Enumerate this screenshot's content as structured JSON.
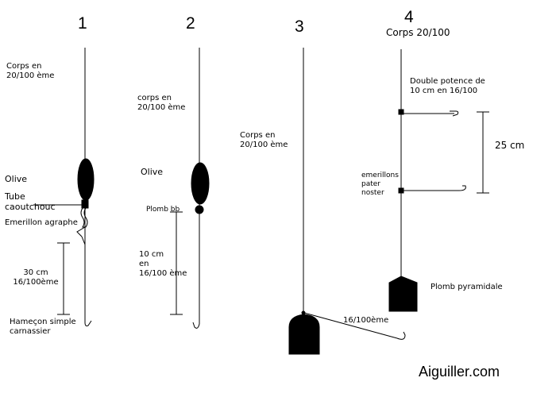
{
  "rigs": [
    {
      "number": "1",
      "labels": {
        "body": "Corps en\n20/100 ème",
        "olive": "Olive",
        "tube": "Tube\ncaoutchouc",
        "swivel": "Emerillon agraphe",
        "length": "30 cm\n16/100ème",
        "hook": "Hameçon simple\ncarnassier"
      }
    },
    {
      "number": "2",
      "labels": {
        "body": "corps en\n20/100 ème",
        "olive": "Olive",
        "shot": "Plomb bb",
        "length": "10 cm\nen\n16/100 ème"
      }
    },
    {
      "number": "3",
      "labels": {
        "body": "Corps en\n20/100 ème",
        "line": "16/100ème"
      }
    },
    {
      "number": "4",
      "labels": {
        "title": "Corps 20/100",
        "potence": "Double potence de\n10 cm en 16/100",
        "spacing": "25 cm",
        "swivels": "emerillons\npater\nnoster",
        "sinker": "Plomb pyramidale"
      }
    }
  ],
  "footer": {
    "site": "Aiguiller.com"
  }
}
